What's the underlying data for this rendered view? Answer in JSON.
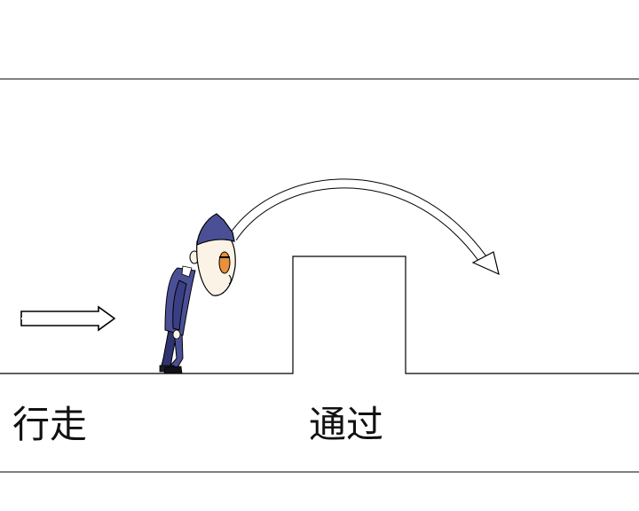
{
  "labels": {
    "walk": "行走",
    "pass": "通过"
  },
  "colors": {
    "line": "#000000",
    "background": "#ffffff",
    "uniform": "#4b5096",
    "uniform_shadow": "#2f3370",
    "skin": "#fbf3e6",
    "eye_orange": "#e8903a"
  },
  "icons": {
    "walk_direction": "double-line-right-arrow-icon",
    "jump_path": "curved-jump-arrow-icon",
    "character": "tired-man-character"
  }
}
